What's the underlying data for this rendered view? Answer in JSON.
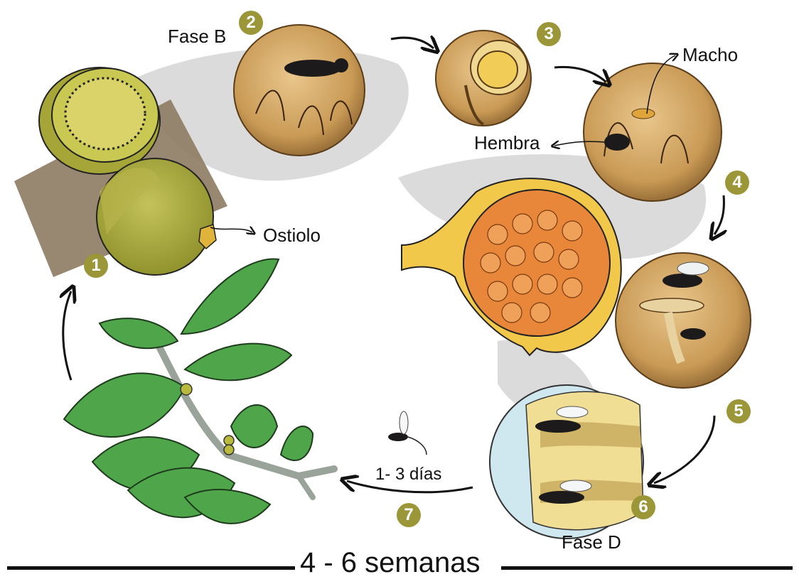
{
  "labels": {
    "fase_b": "Fase B",
    "macho": "Macho",
    "hembra": "Hembra",
    "ostiolo": "Ostiolo",
    "dias": "1- 3 días",
    "fase_d": "Fase D"
  },
  "stages": [
    "1",
    "2",
    "3",
    "4",
    "5",
    "6",
    "7"
  ],
  "duration": "4 - 6 semanas",
  "colors": {
    "badge": "#9b9637",
    "leaf": "#4fa64a",
    "fig_green": "#a8ad3a",
    "gall_brown": "#c79b55",
    "shadow": "#c9c9c9",
    "fig_inner_orange": "#e8873a",
    "fig_outer_yellow": "#f2c84b",
    "arrow": "#111111"
  }
}
